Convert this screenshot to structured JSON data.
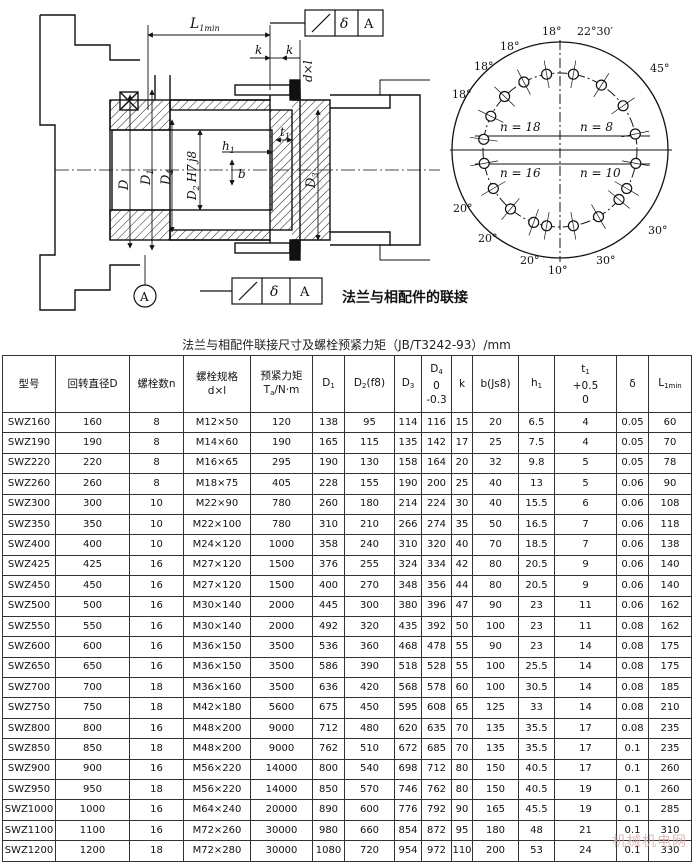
{
  "drawing": {
    "title": "法兰与相配件的联接",
    "labels": {
      "L1min": "L",
      "L1min_sub": "1min",
      "k": "k",
      "d_x_l": "d×l",
      "t1": "t",
      "t1_sub": "1",
      "h1": "h",
      "h1_sub": "1",
      "b": "b",
      "D": "D",
      "D1": "D",
      "D1_sub": "1",
      "D4": "D",
      "D4_sub": "4",
      "D2": "D",
      "D2_sub": "2",
      "H7": "H7",
      "j8": "j8",
      "D3": "D",
      "D3_sub": "3",
      "datum_A": "A",
      "tol_delta": "δ",
      "n18": "n = 18",
      "n8": "n = 8",
      "n16": "n = 16",
      "n10": "n = 10",
      "ang_18a": "18°",
      "ang_18b": "18°",
      "ang_18c": "18°",
      "ang_18d": "18°",
      "ang_2230": "22°30′",
      "ang_45": "45°",
      "ang_20a": "20°",
      "ang_20b": "20°",
      "ang_20c": "20°",
      "ang_10": "10°",
      "ang_30a": "30°",
      "ang_30b": "30°"
    }
  },
  "table": {
    "caption": "法兰与相配件联接尺寸及螺栓预紧力矩（JB/T3242-93）/mm",
    "headers": {
      "model": "型号",
      "swing_dia": "回转直径D",
      "bolt_count": "螺栓数n",
      "bolt_spec": "螺栓规格",
      "bolt_spec2": "d×l",
      "torque": "预紧力矩",
      "torque2": "T",
      "torque2_sub": "a",
      "torque2_unit": "/N·m",
      "D1": "D",
      "D1_sub": "1",
      "D2": "D",
      "D2_sub": "2",
      "D2_tol": "(f8)",
      "D3": "D",
      "D3_sub": "3",
      "D4": "D",
      "D4_sub": "4",
      "D4_tol_upper": "0",
      "D4_tol_lower": "-0.3",
      "k": "k",
      "b": "b(Js8)",
      "h1": "h",
      "h1_sub": "1",
      "t1": "t",
      "t1_sub": "1",
      "t1_tol_upper": "+0.5",
      "t1_tol_lower": "0",
      "delta": "δ",
      "L1min": "L",
      "L1min_sub": "1min"
    },
    "rows": [
      [
        "SWZ160",
        "160",
        "8",
        "M12×50",
        "120",
        "138",
        "95",
        "114",
        "116",
        "15",
        "20",
        "6.5",
        "4",
        "0.05",
        "60"
      ],
      [
        "SWZ190",
        "190",
        "8",
        "M14×60",
        "190",
        "165",
        "115",
        "135",
        "142",
        "17",
        "25",
        "7.5",
        "4",
        "0.05",
        "70"
      ],
      [
        "SWZ220",
        "220",
        "8",
        "M16×65",
        "295",
        "190",
        "130",
        "158",
        "164",
        "20",
        "32",
        "9.8",
        "5",
        "0.05",
        "78"
      ],
      [
        "SWZ260",
        "260",
        "8",
        "M18×75",
        "405",
        "228",
        "155",
        "190",
        "200",
        "25",
        "40",
        "13",
        "5",
        "0.06",
        "90"
      ],
      [
        "SWZ300",
        "300",
        "10",
        "M22×90",
        "780",
        "260",
        "180",
        "214",
        "224",
        "30",
        "40",
        "15.5",
        "6",
        "0.06",
        "108"
      ],
      [
        "SWZ350",
        "350",
        "10",
        "M22×100",
        "780",
        "310",
        "210",
        "266",
        "274",
        "35",
        "50",
        "16.5",
        "7",
        "0.06",
        "118"
      ],
      [
        "SWZ400",
        "400",
        "10",
        "M24×120",
        "1000",
        "358",
        "240",
        "310",
        "320",
        "40",
        "70",
        "18.5",
        "7",
        "0.06",
        "138"
      ],
      [
        "SWZ425",
        "425",
        "16",
        "M27×120",
        "1500",
        "376",
        "255",
        "324",
        "334",
        "42",
        "80",
        "20.5",
        "9",
        "0.06",
        "140"
      ],
      [
        "SWZ450",
        "450",
        "16",
        "M27×120",
        "1500",
        "400",
        "270",
        "348",
        "356",
        "44",
        "80",
        "20.5",
        "9",
        "0.06",
        "140"
      ],
      [
        "SWZ500",
        "500",
        "16",
        "M30×140",
        "2000",
        "445",
        "300",
        "380",
        "396",
        "47",
        "90",
        "23",
        "11",
        "0.06",
        "162"
      ],
      [
        "SWZ550",
        "550",
        "16",
        "M30×140",
        "2000",
        "492",
        "320",
        "435",
        "392",
        "50",
        "100",
        "23",
        "11",
        "0.08",
        "162"
      ],
      [
        "SWZ600",
        "600",
        "16",
        "M36×150",
        "3500",
        "536",
        "360",
        "468",
        "478",
        "55",
        "90",
        "23",
        "14",
        "0.08",
        "175"
      ],
      [
        "SWZ650",
        "650",
        "16",
        "M36×150",
        "3500",
        "586",
        "390",
        "518",
        "528",
        "55",
        "100",
        "25.5",
        "14",
        "0.08",
        "175"
      ],
      [
        "SWZ700",
        "700",
        "18",
        "M36×160",
        "3500",
        "636",
        "420",
        "568",
        "578",
        "60",
        "100",
        "30.5",
        "14",
        "0.08",
        "185"
      ],
      [
        "SWZ750",
        "750",
        "18",
        "M42×180",
        "5600",
        "675",
        "450",
        "595",
        "608",
        "65",
        "125",
        "33",
        "14",
        "0.08",
        "210"
      ],
      [
        "SWZ800",
        "800",
        "16",
        "M48×200",
        "9000",
        "712",
        "480",
        "620",
        "635",
        "70",
        "135",
        "35.5",
        "17",
        "0.08",
        "235"
      ],
      [
        "SWZ850",
        "850",
        "18",
        "M48×200",
        "9000",
        "762",
        "510",
        "672",
        "685",
        "70",
        "135",
        "35.5",
        "17",
        "0.1",
        "235"
      ],
      [
        "SWZ900",
        "900",
        "16",
        "M56×220",
        "14000",
        "800",
        "540",
        "698",
        "712",
        "80",
        "150",
        "40.5",
        "17",
        "0.1",
        "260"
      ],
      [
        "SWZ950",
        "950",
        "18",
        "M56×220",
        "14000",
        "850",
        "570",
        "746",
        "762",
        "80",
        "150",
        "40.5",
        "19",
        "0.1",
        "260"
      ],
      [
        "SWZ1000",
        "1000",
        "16",
        "M64×240",
        "20000",
        "890",
        "600",
        "776",
        "792",
        "90",
        "165",
        "45.5",
        "19",
        "0.1",
        "285"
      ],
      [
        "SWZ1100",
        "1100",
        "16",
        "M72×260",
        "30000",
        "980",
        "660",
        "854",
        "872",
        "95",
        "180",
        "48",
        "21",
        "0.1",
        "310"
      ],
      [
        "SWZ1200",
        "1200",
        "18",
        "M72×280",
        "30000",
        "1080",
        "720",
        "954",
        "972",
        "110",
        "200",
        "53",
        "24",
        "0.1",
        "330"
      ]
    ]
  },
  "watermark": "机械机电网"
}
